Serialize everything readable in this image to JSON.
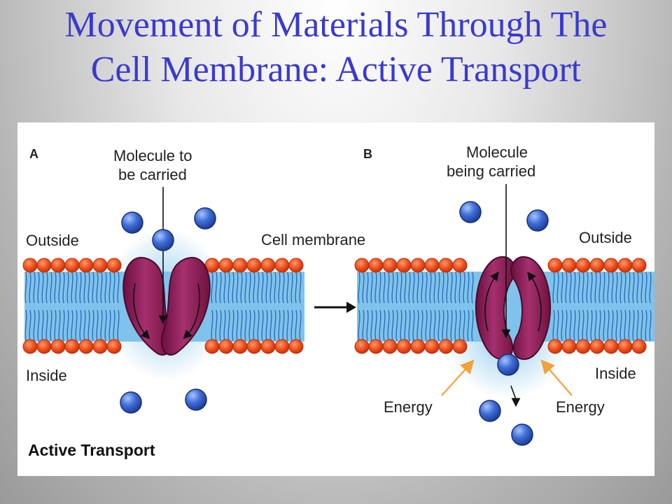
{
  "title": {
    "line1": "Movement of Materials Through The",
    "line2": "Cell Membrane: Active Transport"
  },
  "figure": {
    "panel_a": {
      "letter": "A",
      "molecule_label_line1": "Molecule to",
      "molecule_label_line2": "be carried",
      "outside_label": "Outside",
      "inside_label": "Inside"
    },
    "membrane_label": "Cell membrane",
    "panel_b": {
      "letter": "B",
      "molecule_label_line1": "Molecule",
      "molecule_label_line2": "being carried",
      "outside_label": "Outside",
      "inside_label": "Inside",
      "energy_left": "Energy",
      "energy_right": "Energy"
    },
    "caption": "Active Transport",
    "colors": {
      "membrane_blue": "#7fc3ec",
      "head_orange": "#ea4a1a",
      "protein_purple": "#8e1d5c",
      "molecule_blue": "#2f5dc8",
      "energy_arrow": "#f2a23a",
      "title": "#3a3ad0"
    }
  }
}
